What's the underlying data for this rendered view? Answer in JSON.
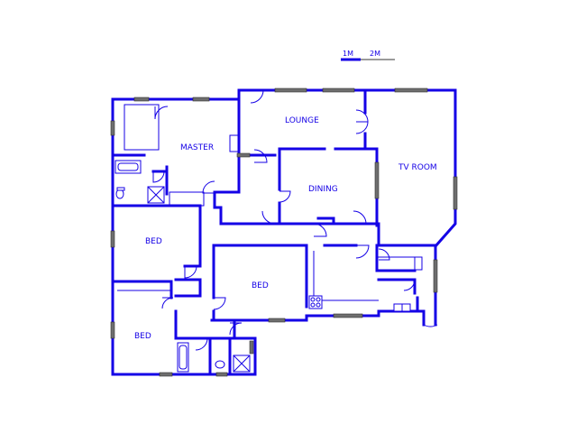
{
  "scale_bar": {
    "label_1": "1M",
    "label_2": "2M"
  },
  "rooms": {
    "lounge": "LOUNGE",
    "master": "MASTER",
    "dining": "DINING",
    "tv_room": "TV ROOM",
    "bed_west": "BED",
    "bed_centre": "BED",
    "bed_south": "BED"
  },
  "colors": {
    "wall": "#1400e6",
    "window": "#6e6e6e",
    "background": "#ffffff"
  }
}
